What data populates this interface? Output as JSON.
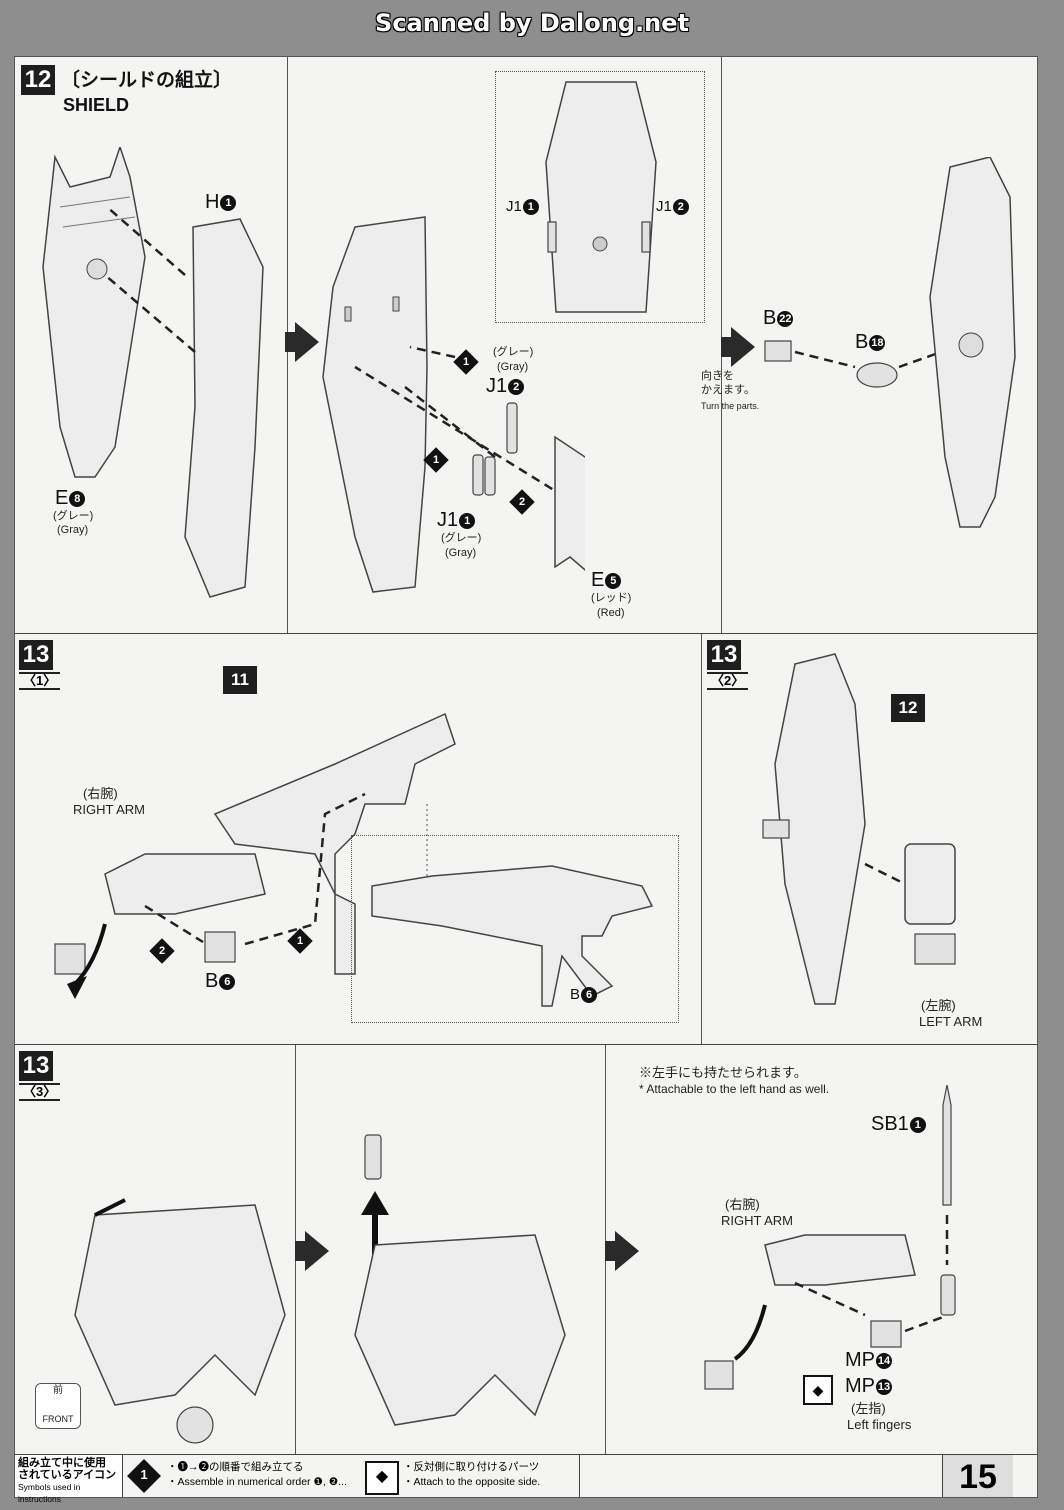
{
  "header": {
    "scan_credit": "Scanned by Dalong.net"
  },
  "step12": {
    "number": "12",
    "title_jp": "〔シールドの組立〕",
    "title_en": "SHIELD",
    "parts": {
      "h1": {
        "code": "H",
        "num": "1"
      },
      "e8": {
        "code": "E",
        "num": "8",
        "jp": "(グレー)",
        "en": "(Gray)"
      },
      "j12": {
        "code": "J1",
        "num": "2",
        "jp": "(グレー)",
        "en": "(Gray)"
      },
      "j11": {
        "code": "J1",
        "num": "1",
        "jp": "(グレー)",
        "en": "(Gray)"
      },
      "e5": {
        "code": "E",
        "num": "5",
        "jp": "(レッド)",
        "en": "(Red)"
      },
      "b22": {
        "code": "B",
        "num": "22"
      },
      "b18": {
        "code": "B",
        "num": "18"
      }
    },
    "inset_labels": {
      "left": {
        "code": "J1",
        "num": "1"
      },
      "right": {
        "code": "J1",
        "num": "2"
      }
    },
    "order": [
      "1",
      "1",
      "2"
    ],
    "turn_note_jp": "向きを\nかえます。",
    "turn_note_en": "Turn the parts."
  },
  "step13_1": {
    "number": "13",
    "sub": "〈1〉",
    "ref_badge": "11",
    "right_arm_jp": "(右腕)",
    "right_arm_en": "RIGHT ARM",
    "part_b6": {
      "code": "B",
      "num": "6"
    },
    "inset_b6": {
      "code": "B",
      "num": "6"
    },
    "order": [
      "1",
      "2"
    ]
  },
  "step13_2": {
    "number": "13",
    "sub": "〈2〉",
    "ref_badge": "12",
    "left_arm_jp": "(左腕)",
    "left_arm_en": "LEFT ARM"
  },
  "step13_3": {
    "number": "13",
    "sub": "〈3〉",
    "note_jp": "※左手にも持たせられます。",
    "note_en": "* Attachable to the left hand as well.",
    "sb1": {
      "code": "SB1",
      "num": "1"
    },
    "right_arm_jp": "(右腕)",
    "right_arm_en": "RIGHT ARM",
    "mp14": {
      "code": "MP",
      "num": "14"
    },
    "mp13": {
      "code": "MP",
      "num": "13"
    },
    "left_fingers_jp": "(左指)",
    "left_fingers_en": "Left fingers",
    "front_jp": "前",
    "front_en": "FRONT"
  },
  "footer": {
    "legend_title_jp": "組み立て中に使用\nされているアイコン",
    "legend_title_en": "Symbols used in instructions",
    "icon1_num": "1",
    "icon1_jp": "・❶→❷の順番で組み立てる",
    "icon1_en": "・Assemble in numerical order ❶, ❷...",
    "icon2_jp": "・反対側に取り付けるパーツ",
    "icon2_en": "・Attach to the opposite side.",
    "page_number": "15"
  }
}
